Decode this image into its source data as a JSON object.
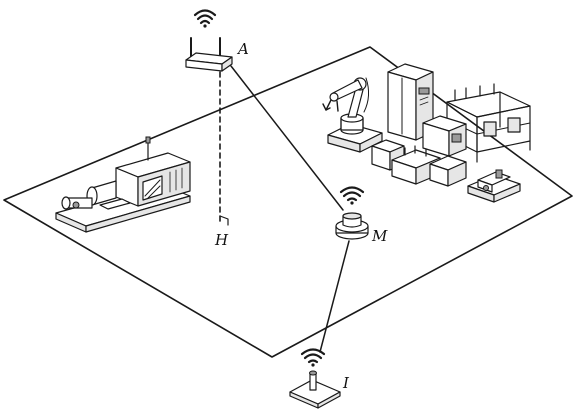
{
  "labels": {
    "router": "A",
    "foot": "H",
    "mobile": "M",
    "ground_node": "I"
  },
  "icons": [
    "wifi-icon",
    "router-icon",
    "robot-arm-icon",
    "machine-tool-icon",
    "mobile-node-icon",
    "ground-sensor-icon"
  ],
  "colors": {
    "line": "#1a1a1a",
    "background": "#ffffff"
  }
}
